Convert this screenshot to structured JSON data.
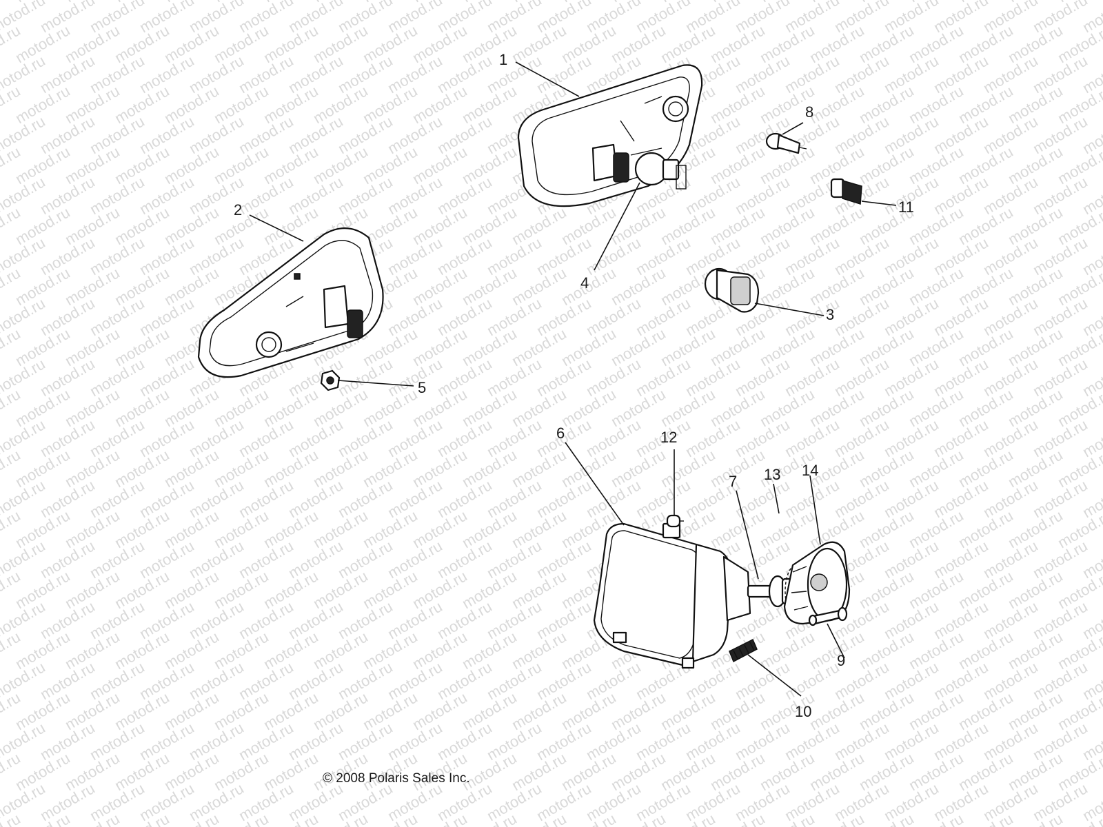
{
  "watermark": {
    "text": "motod.ru"
  },
  "callouts": [
    {
      "id": "1",
      "label": "1"
    },
    {
      "id": "2",
      "label": "2"
    },
    {
      "id": "3",
      "label": "3"
    },
    {
      "id": "4",
      "label": "4"
    },
    {
      "id": "5",
      "label": "5"
    },
    {
      "id": "6",
      "label": "6"
    },
    {
      "id": "7",
      "label": "7"
    },
    {
      "id": "8",
      "label": "8"
    },
    {
      "id": "9",
      "label": "9"
    },
    {
      "id": "10",
      "label": "10"
    },
    {
      "id": "11",
      "label": "11"
    },
    {
      "id": "12",
      "label": "12"
    },
    {
      "id": "13",
      "label": "13"
    },
    {
      "id": "14",
      "label": "14"
    }
  ],
  "copyright": "© 2008 Polaris Sales Inc.",
  "colors": {
    "line": "#111111",
    "watermark": "#d9d9d9",
    "background": "#ffffff"
  }
}
